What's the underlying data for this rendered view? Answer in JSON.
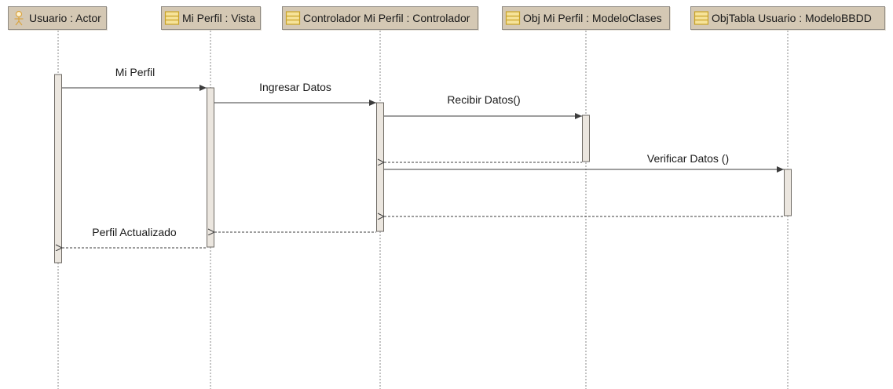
{
  "lifelines": [
    {
      "id": "usuario",
      "label": "Usuario : Actor",
      "icon": "actor-icon"
    },
    {
      "id": "vista",
      "label": "Mi Perfil : Vista",
      "icon": "class-icon"
    },
    {
      "id": "controlador",
      "label": "Controlador Mi Perfil : Controlador",
      "icon": "class-icon"
    },
    {
      "id": "modelo",
      "label": "Obj Mi Perfil : ModeloClases",
      "icon": "class-icon"
    },
    {
      "id": "bbdd",
      "label": "ObjTabla Usuario : ModeloBBDD",
      "icon": "class-icon"
    }
  ],
  "messages": [
    {
      "from": "usuario",
      "to": "vista",
      "label": "Mi Perfil",
      "kind": "sync"
    },
    {
      "from": "vista",
      "to": "controlador",
      "label": "Ingresar Datos",
      "kind": "sync"
    },
    {
      "from": "controlador",
      "to": "modelo",
      "label": "Recibir Datos()",
      "kind": "sync"
    },
    {
      "from": "modelo",
      "to": "controlador",
      "label": "",
      "kind": "return"
    },
    {
      "from": "controlador",
      "to": "bbdd",
      "label": "Verificar Datos ()",
      "kind": "sync"
    },
    {
      "from": "bbdd",
      "to": "controlador",
      "label": "",
      "kind": "return"
    },
    {
      "from": "controlador",
      "to": "vista",
      "label": "",
      "kind": "return"
    },
    {
      "from": "vista",
      "to": "usuario",
      "label": "Perfil Actualizado",
      "kind": "return"
    }
  ],
  "colors": {
    "header_fill": "#d4c8b4",
    "header_border": "#8f8a82",
    "icon_fill": "#f6e39a",
    "icon_stroke": "#c9a227",
    "actor_stroke": "#d9a441",
    "activation_fill": "#ebe6df",
    "activation_border": "#6e6a64",
    "line": "#3c3c3c",
    "lifeline": "#8a8a8a"
  }
}
